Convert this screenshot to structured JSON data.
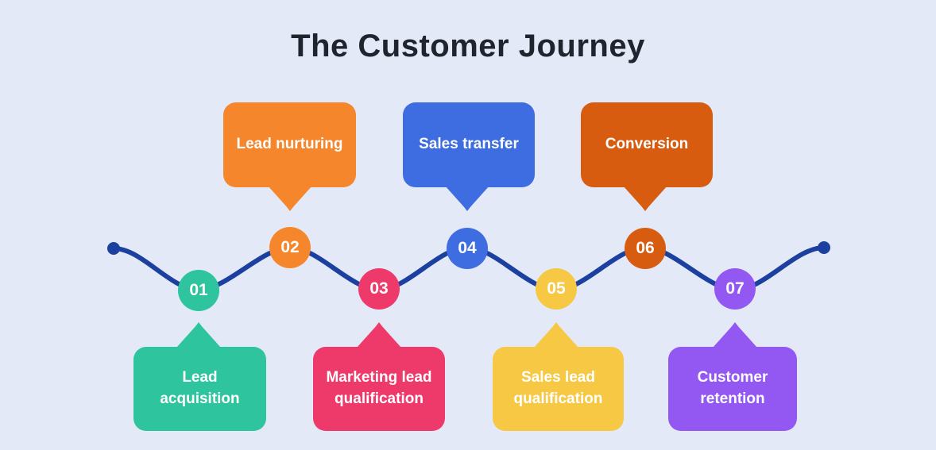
{
  "title": "The Customer Journey",
  "background_color": "#e4e9f7",
  "title_color": "#20242f",
  "line": {
    "color": "#1c409f"
  },
  "steps": [
    {
      "num": "01",
      "label": "Lead acquisition",
      "color": "#2dc49e",
      "bubble_position": "bottom"
    },
    {
      "num": "02",
      "label": "Lead nurturing",
      "color": "#f6862c",
      "bubble_position": "top"
    },
    {
      "num": "03",
      "label": "Marketing lead qualification",
      "color": "#ee3a6a",
      "bubble_position": "bottom"
    },
    {
      "num": "04",
      "label": "Sales transfer",
      "color": "#3e6ce1",
      "bubble_position": "top"
    },
    {
      "num": "05",
      "label": "Sales lead qualification",
      "color": "#f6c843",
      "bubble_position": "bottom"
    },
    {
      "num": "06",
      "label": "Conversion",
      "color": "#d85c10",
      "bubble_position": "top"
    },
    {
      "num": "07",
      "label": "Customer retention",
      "color": "#9458f2",
      "bubble_position": "bottom"
    }
  ]
}
